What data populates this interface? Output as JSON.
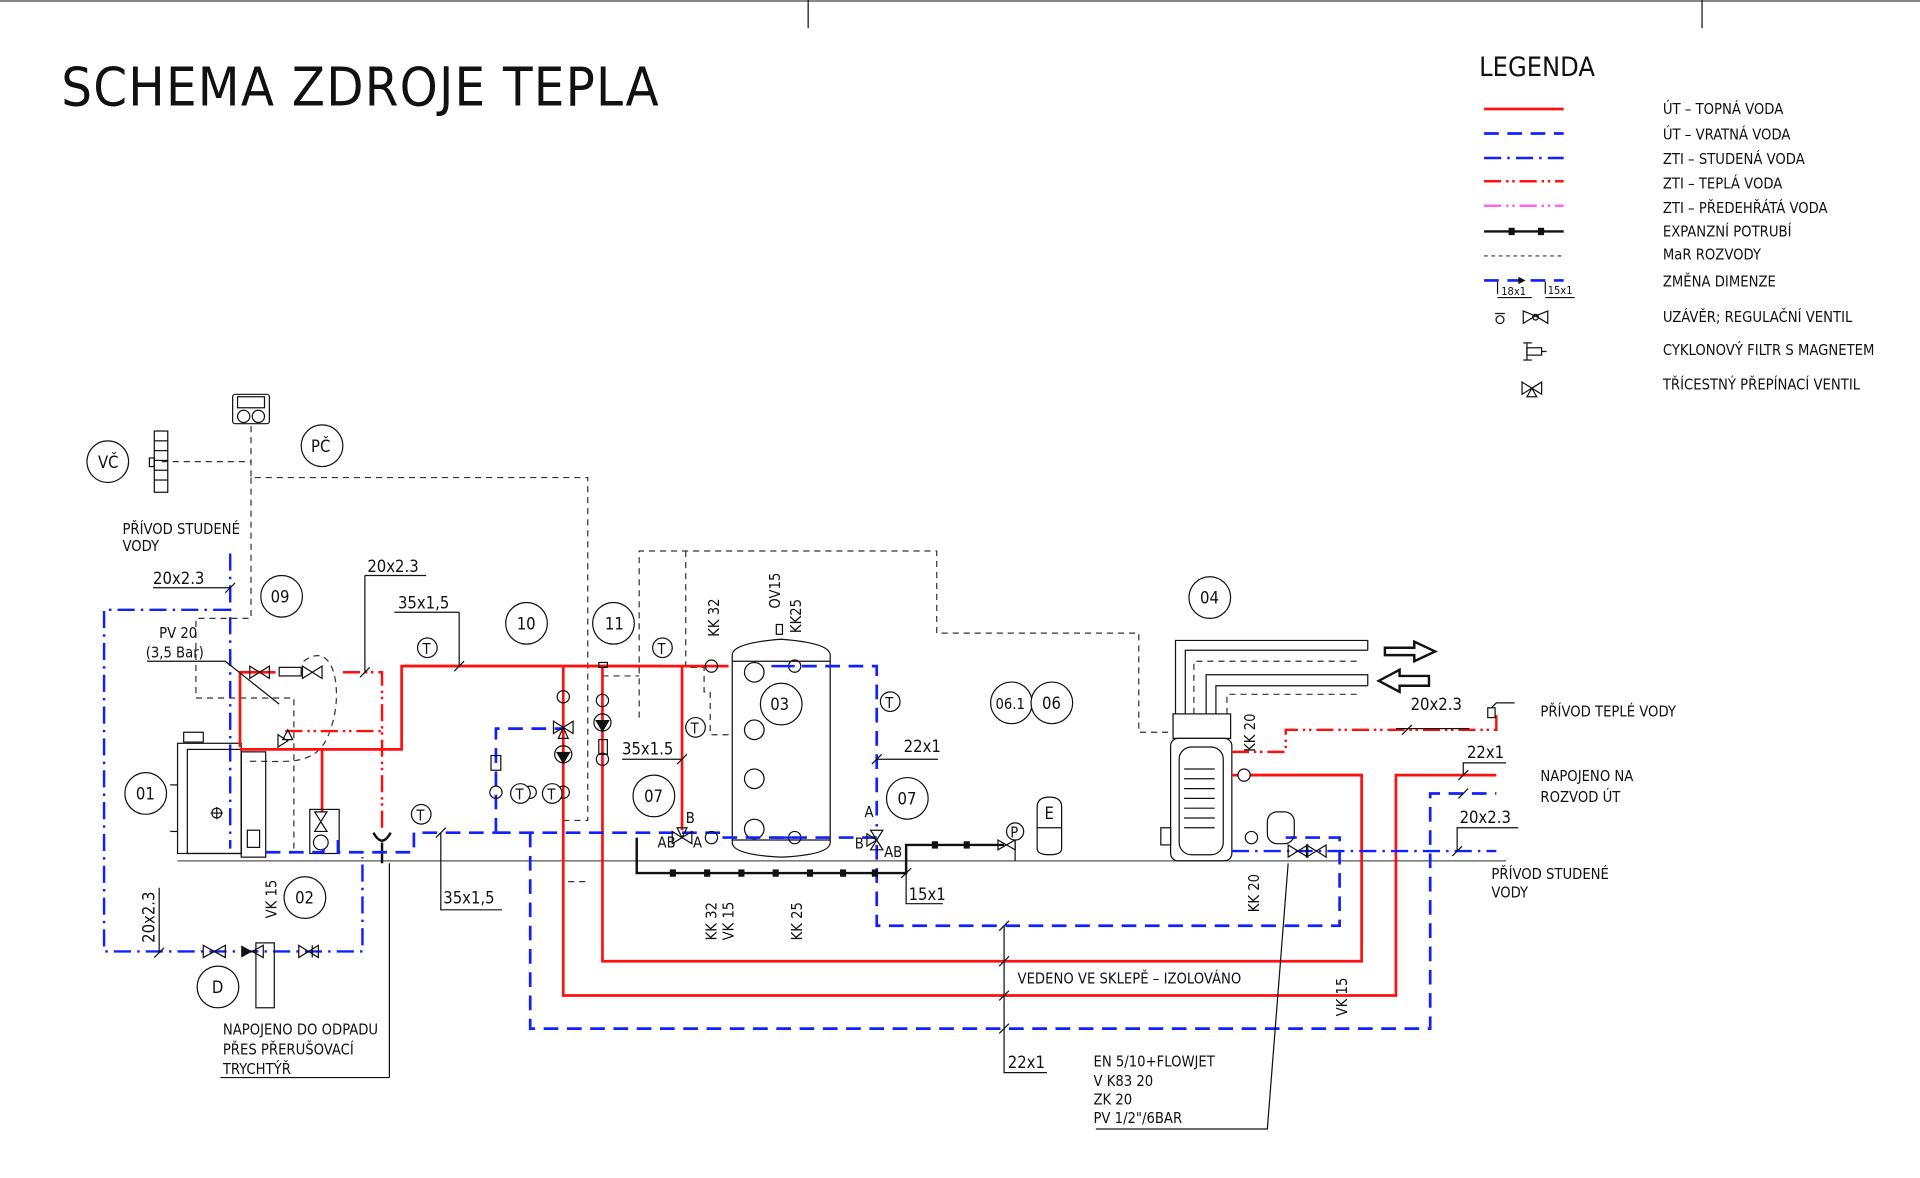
{
  "title": "SCHEMA ZDROJE TEPLA",
  "legend": {
    "title": "LEGENDA",
    "items": [
      {
        "label": "ÚT – TOPNÁ VODA",
        "style": "solid",
        "color": "#ff1010"
      },
      {
        "label": "ÚT – VRATNÁ VODA",
        "style": "dashed",
        "color": "#1020ff"
      },
      {
        "label": "ZTI – STUDENÁ VODA",
        "style": "dash-dot",
        "color": "#1020ff"
      },
      {
        "label": "ZTI – TEPLÁ VODA",
        "style": "dash-dot-dot",
        "color": "#ff1010"
      },
      {
        "label": "ZTI – PŘEDEHŘÁTÁ VODA",
        "style": "dash-dot-dot",
        "color": "#ff66ee"
      },
      {
        "label": "EXPANZNÍ POTRUBÍ",
        "style": "expansion",
        "color": "#111111"
      },
      {
        "label": "MaR ROZVODY",
        "style": "fine-dashed",
        "color": "#333333"
      },
      {
        "label": "ZMĚNA DIMENZE",
        "style": "dimension-change",
        "color": "#1020ff",
        "dims": [
          "18x1",
          "15x1"
        ]
      },
      {
        "label": "UZÁVĚR; REGULAČNÍ VENTIL",
        "symbol": "valve"
      },
      {
        "label": "CYKLONOVÝ FILTR S MAGNETEM",
        "symbol": "cyclone-filter"
      },
      {
        "label": "TŘÍCESTNÝ PŘEPÍNACÍ VENTIL",
        "symbol": "three-way-valve"
      }
    ]
  },
  "markers": {
    "vc": "VČ",
    "pc": "PČ",
    "m01": "01",
    "m02": "02",
    "m03": "03",
    "m04": "04",
    "m06": "06",
    "m061": "06.1",
    "m07a": "07",
    "m07b": "07",
    "m09": "09",
    "m10": "10",
    "m11": "11",
    "d": "D"
  },
  "labels": {
    "privod_studene_left_1": "PŘÍVOD STUDENÉ",
    "privod_studene_left_2": "VODY",
    "pv20_1": "PV 20",
    "pv20_2": "(3,5 Bar)",
    "napojeno_odpad_1": "NAPOJENO DO ODPADU",
    "napojeno_odpad_2": "PŘES PŘERUŠOVACÍ",
    "napojeno_odpad_3": "TRYCHTÝŘ",
    "vedeno": "VEDENO VE SKLEPĚ – IZOLOVÁNO",
    "privod_teple": "PŘÍVOD TEPLÉ VODY",
    "napojeno_ut_1": "NAPOJENO NA",
    "napojeno_ut_2": "ROZVOD ÚT",
    "privod_studene_right_1": "PŘÍVOD STUDENÉ",
    "privod_studene_right_2": "VODY",
    "en_1": "EN 5/10+FLOWJET",
    "en_2": "V K83 20",
    "en_3": "ZK 20",
    "en_4": "PV 1/2\"/6BAR",
    "kk32_top": "KK 32",
    "ov15": "OV15",
    "kk25_top": "KK25",
    "kk32_bot": "KK 32",
    "vk15_bot": "VK 15",
    "kk25_bot": "KK 25",
    "vk15_left": "VK 15",
    "kk20_top": "KK 20",
    "kk20_bot": "KK 20",
    "vk15_right": "VK 15",
    "ab1": "AB",
    "a1": "A",
    "b1": "B",
    "ab2": "AB",
    "a2": "A",
    "b2": "B",
    "e_tank": "E",
    "p_gauge": "P",
    "t": "T"
  },
  "dimensions": {
    "d_20x23_a": "20x2.3",
    "d_20x23_b": "20x2.3",
    "d_35x15_a": "35x1,5",
    "d_35x15_b": "35x1.5",
    "d_35x15_c": "35x1,5",
    "d_20x23_c": "20x2.3",
    "d_22x1_a": "22x1",
    "d_15x1": "15x1",
    "d_22x1_b": "22x1",
    "d_20x23_d": "20x2.3",
    "d_22x1_c": "22x1",
    "d_20x23_e": "20x2.3"
  }
}
